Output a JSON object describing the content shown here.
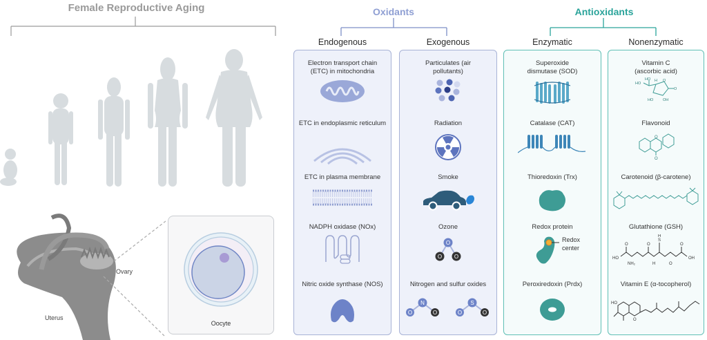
{
  "left_panel": {
    "title": "Female Reproductive Aging",
    "figures": [
      "infant",
      "child",
      "preteen",
      "young-woman",
      "adult-woman"
    ],
    "anatomy_labels": {
      "uterus": "Uterus",
      "ovary": "Ovary",
      "oocyte": "Oocyte"
    }
  },
  "oxidants": {
    "title": "Oxidants",
    "color": "#8f9fd3",
    "columns": [
      {
        "heading": "Endogenous",
        "items": [
          {
            "label": "Electron transport chain (ETC) in mitochondria",
            "icon": "mitochondria-icon"
          },
          {
            "label": "ETC in endoplasmic reticulum",
            "icon": "endoplasmic-reticulum-icon"
          },
          {
            "label": "ETC in plasma membrane",
            "icon": "plasma-membrane-icon"
          },
          {
            "label": "NADPH oxidase (NOx)",
            "icon": "nadph-oxidase-icon"
          },
          {
            "label": "Nitric oxide synthase (NOS)",
            "icon": "nos-protein-icon"
          }
        ]
      },
      {
        "heading": "Exogenous",
        "items": [
          {
            "label": "Particulates (air pollutants)",
            "icon": "particulates-icon"
          },
          {
            "label": "Radiation",
            "icon": "radiation-icon"
          },
          {
            "label": "Smoke",
            "icon": "car-smoke-icon"
          },
          {
            "label": "Ozone",
            "icon": "ozone-molecule-icon",
            "atoms": [
              "O",
              "O",
              "O"
            ]
          },
          {
            "label": "Nitrogen and sulfur oxides",
            "icon": "no2-so2-molecule-icon",
            "atoms_no2": [
              "O",
              "N",
              "O"
            ],
            "atoms_so2": [
              "O",
              "S",
              "O"
            ]
          }
        ]
      }
    ]
  },
  "antioxidants": {
    "title": "Antioxidants",
    "color": "#2aa39a",
    "columns": [
      {
        "heading": "Enzymatic",
        "items": [
          {
            "label": "Superoxide dismutase (SOD)",
            "icon": "sod-protein-icon"
          },
          {
            "label": "Catalase (CAT)",
            "icon": "catalase-membrane-protein-icon"
          },
          {
            "label": "Thioredoxin (Trx)",
            "icon": "thioredoxin-protein-icon"
          },
          {
            "label": "Redox protein",
            "icon": "redox-protein-icon",
            "annotation": "Redox center"
          },
          {
            "label": "Peroxiredoxin (Prdx)",
            "icon": "peroxiredoxin-ring-icon"
          }
        ]
      },
      {
        "heading": "Nonenzymatic",
        "items": [
          {
            "label": "Vitamin C (ascorbic acid)",
            "icon": "ascorbic-acid-structure-icon"
          },
          {
            "label": "Flavonoid",
            "icon": "flavonoid-structure-icon"
          },
          {
            "label": "Carotenoid (β-carotene)",
            "icon": "beta-carotene-structure-icon"
          },
          {
            "label": "Glutathione (GSH)",
            "icon": "glutathione-structure-icon"
          },
          {
            "label": "Vitamin E (α-tocopherol)",
            "icon": "tocopherol-structure-icon"
          }
        ]
      }
    ]
  }
}
